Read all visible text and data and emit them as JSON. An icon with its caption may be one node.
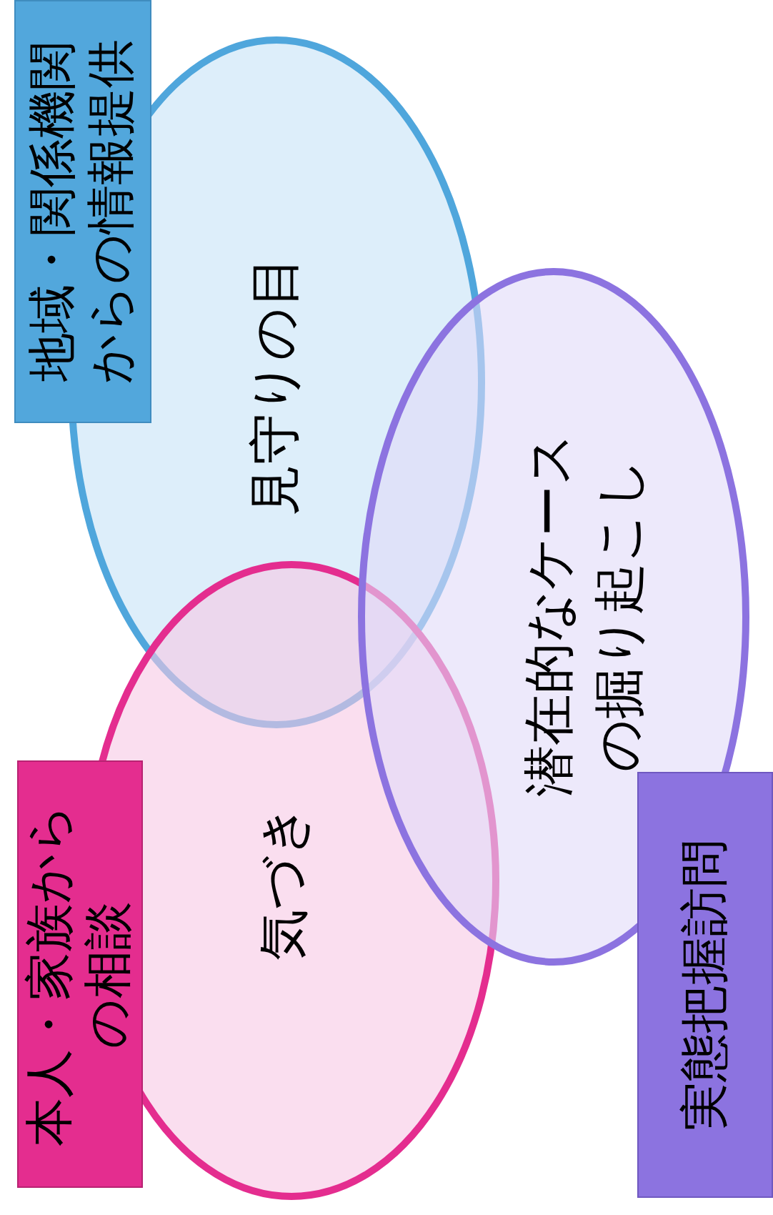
{
  "diagram": {
    "nodes": [
      {
        "text": [
          "地域・関係機関からの情報提供"
        ]
      },
      {
        "text": [
          "見守りの目"
        ]
      },
      {
        "text": [
          "潜在的なケースの掘り起こし"
        ]
      },
      {
        "text": [
          "本人・家族からの相談"
        ]
      },
      {
        "text": [
          "気づき"
        ]
      },
      {
        "text": [
          "実態把握訪問"
        ]
      }
    ]
  }
}
